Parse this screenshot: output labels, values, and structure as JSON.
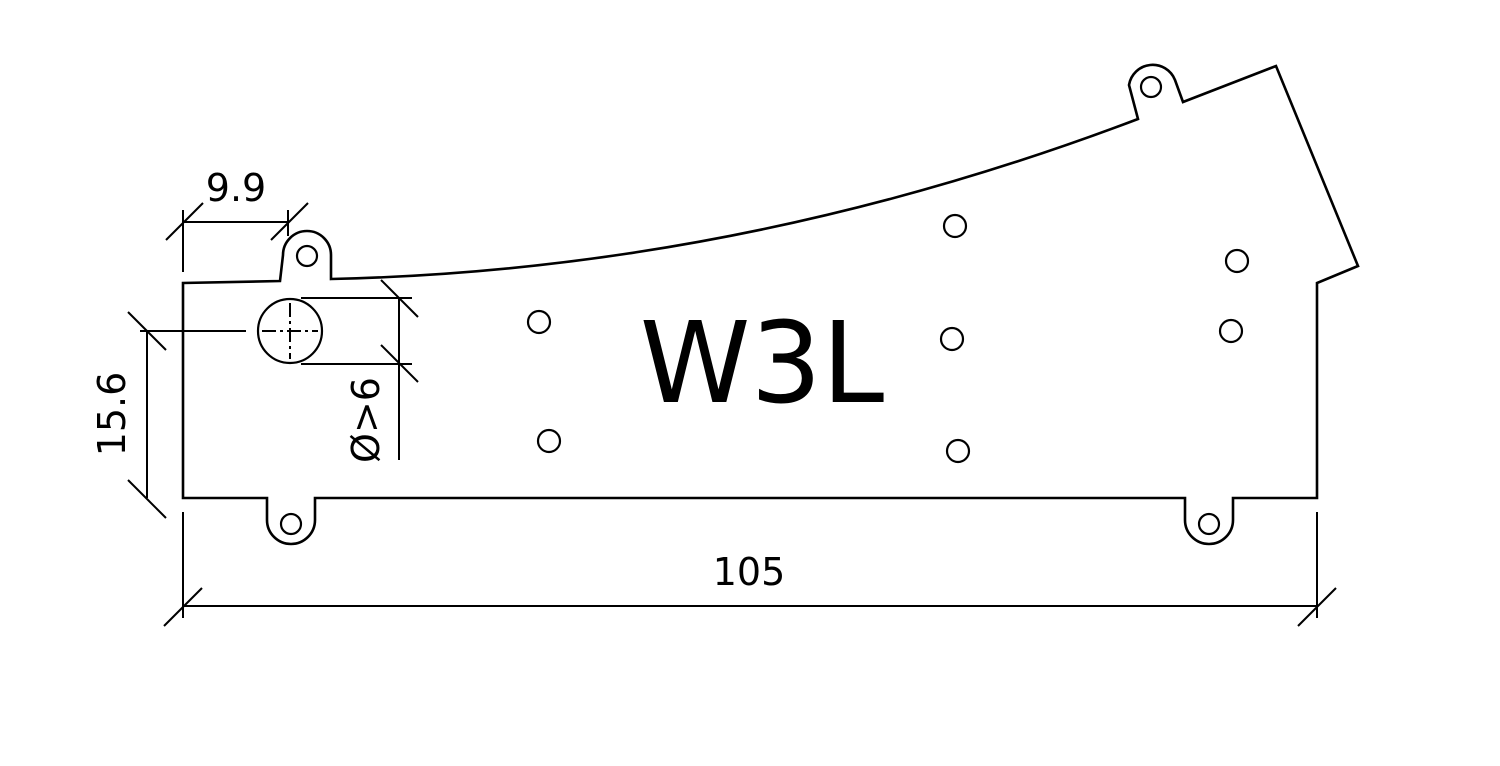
{
  "part_label": "W3L",
  "dimensions": {
    "width": "105",
    "tab_offset": "9.9",
    "hole_height": "15.6",
    "hole_diameter": "Ø>6"
  },
  "colors": {
    "line": "#000000",
    "background": "#ffffff"
  }
}
